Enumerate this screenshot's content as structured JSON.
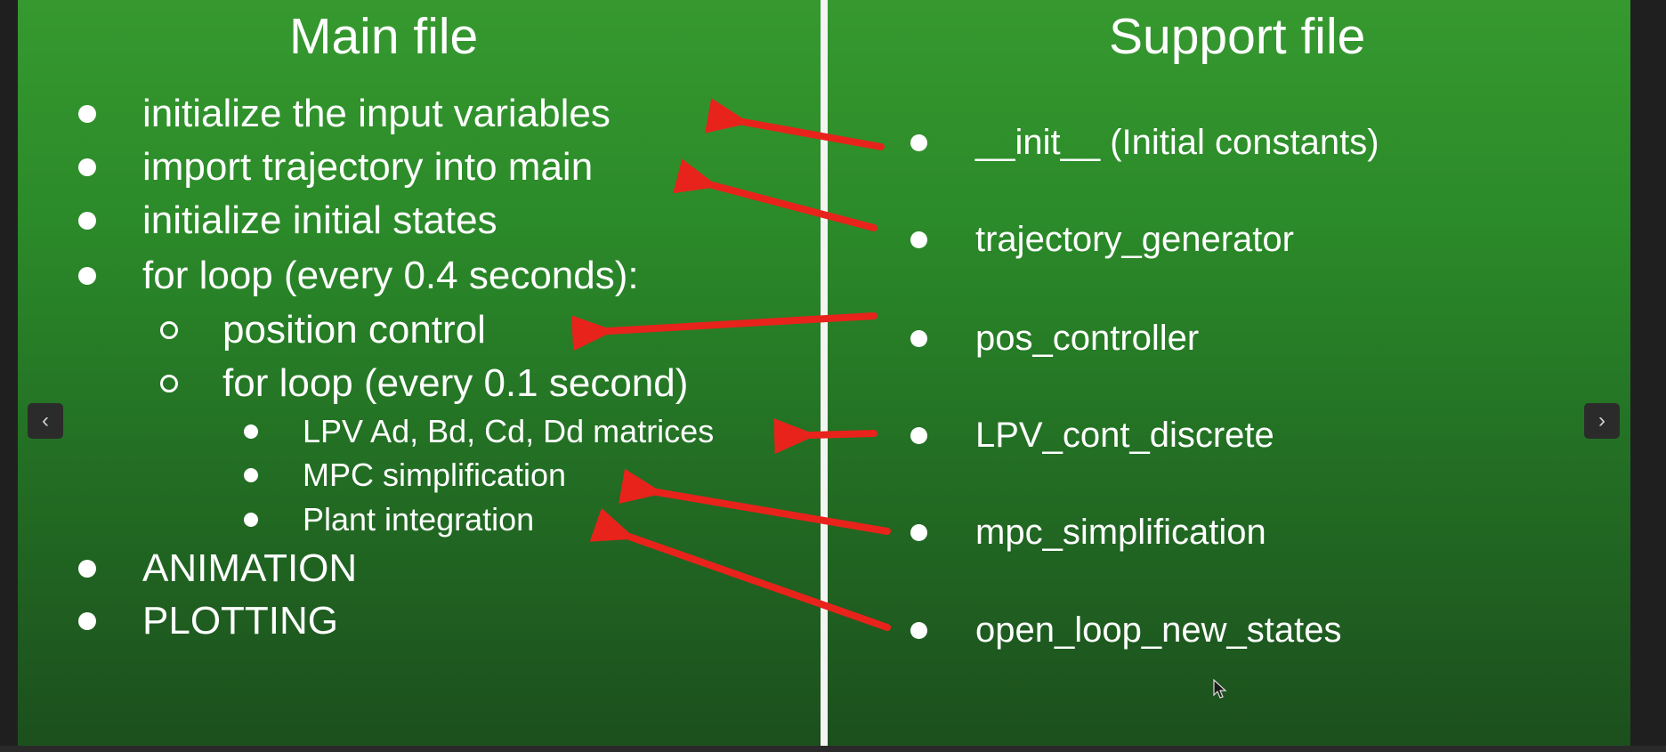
{
  "slide": {
    "main_title": "Main file",
    "support_title": "Support file",
    "main_items": [
      {
        "text": "initialize the input variables"
      },
      {
        "text": "import trajectory into main"
      },
      {
        "text": "initialize initial states"
      },
      {
        "text": "for loop (every 0.4 seconds):"
      },
      {
        "text": "position control"
      },
      {
        "text": "for loop (every 0.1 second)"
      },
      {
        "text": "LPV Ad, Bd, Cd, Dd matrices"
      },
      {
        "text": "MPC simplification"
      },
      {
        "text": "Plant integration"
      },
      {
        "text": "ANIMATION"
      },
      {
        "text": "PLOTTING"
      }
    ],
    "support_items": [
      {
        "text": "__init__ (Initial constants)"
      },
      {
        "text": "trajectory_generator"
      },
      {
        "text": "pos_controller"
      },
      {
        "text": "LPV_cont_discrete"
      },
      {
        "text": "mpc_simplification"
      },
      {
        "text": "open_loop_new_states"
      }
    ]
  },
  "navigation": {
    "prev_icon": "chevron-left-icon",
    "next_icon": "chevron-right-icon",
    "prev_glyph": "‹",
    "next_glyph": "›"
  },
  "colors": {
    "slide_green": "#2b8a29",
    "arrow_red": "#e8231b",
    "text": "#ffffff"
  }
}
